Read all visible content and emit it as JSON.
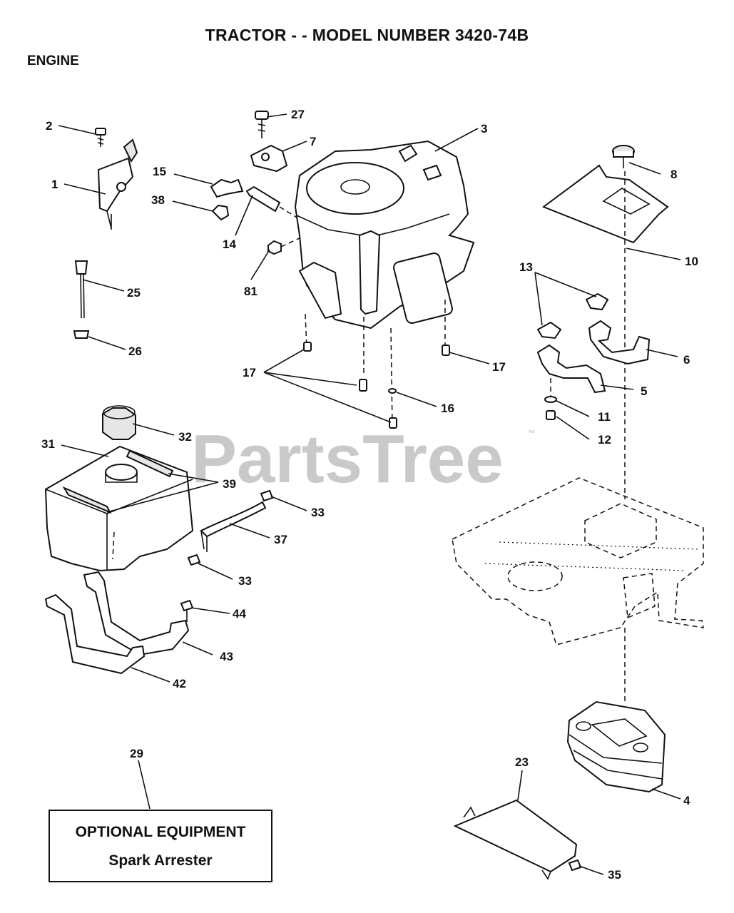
{
  "header": {
    "title": "TRACTOR - - MODEL NUMBER 3420-74B",
    "section": "ENGINE"
  },
  "watermark": {
    "text": "PartsTree",
    "trademark": "™"
  },
  "optional_box": {
    "line1": "OPTIONAL EQUIPMENT",
    "line2": "Spark Arrester"
  },
  "callouts": [
    {
      "id": "2",
      "label": "2"
    },
    {
      "id": "1",
      "label": "1"
    },
    {
      "id": "27",
      "label": "27"
    },
    {
      "id": "7",
      "label": "7"
    },
    {
      "id": "3",
      "label": "3"
    },
    {
      "id": "15",
      "label": "15"
    },
    {
      "id": "38",
      "label": "38"
    },
    {
      "id": "14",
      "label": "14"
    },
    {
      "id": "81",
      "label": "81"
    },
    {
      "id": "8",
      "label": "8"
    },
    {
      "id": "10",
      "label": "10"
    },
    {
      "id": "25",
      "label": "25"
    },
    {
      "id": "26",
      "label": "26"
    },
    {
      "id": "13",
      "label": "13"
    },
    {
      "id": "6",
      "label": "6"
    },
    {
      "id": "17a",
      "label": "17"
    },
    {
      "id": "17b",
      "label": "17"
    },
    {
      "id": "5",
      "label": "5"
    },
    {
      "id": "16",
      "label": "16"
    },
    {
      "id": "11",
      "label": "11"
    },
    {
      "id": "12",
      "label": "12"
    },
    {
      "id": "31",
      "label": "31"
    },
    {
      "id": "32",
      "label": "32"
    },
    {
      "id": "39",
      "label": "39"
    },
    {
      "id": "33a",
      "label": "33"
    },
    {
      "id": "37",
      "label": "37"
    },
    {
      "id": "33b",
      "label": "33"
    },
    {
      "id": "44",
      "label": "44"
    },
    {
      "id": "43",
      "label": "43"
    },
    {
      "id": "42",
      "label": "42"
    },
    {
      "id": "29",
      "label": "29"
    },
    {
      "id": "23",
      "label": "23"
    },
    {
      "id": "4",
      "label": "4"
    },
    {
      "id": "35",
      "label": "35"
    }
  ]
}
